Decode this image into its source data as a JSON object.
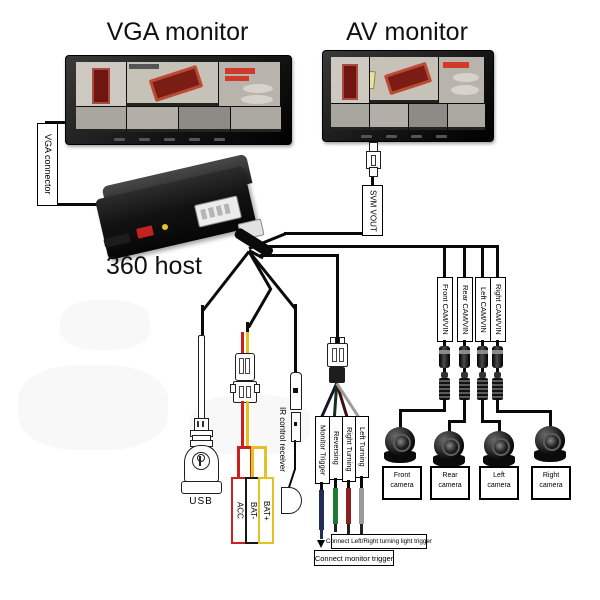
{
  "header": {
    "vga_monitor_title": "VGA monitor",
    "av_monitor_title": "AV monitor"
  },
  "host": {
    "label": "360 host"
  },
  "connectors": {
    "vga": "VGA connector",
    "svm_vout": "SVM VOUT",
    "usb": "USB",
    "ir": "IR control receiver"
  },
  "power_wires": [
    {
      "label": "ACC",
      "color": "#cc2020"
    },
    {
      "label": "BAT-",
      "color": "#161616"
    },
    {
      "label": "BAT+",
      "color": "#e3c221"
    }
  ],
  "trigger_wires": [
    {
      "label": "Monitor Trigger",
      "color": "#232c58"
    },
    {
      "label": "Reversing",
      "color": "#1e7a33"
    },
    {
      "label": "Right Turning",
      "color": "#8e1f1f"
    },
    {
      "label": "Left Turning",
      "color": "#9b9b9b"
    }
  ],
  "cam_inputs": [
    {
      "label": "Front CAM/VIN"
    },
    {
      "label": "Rear CAM/VIN"
    },
    {
      "label": "Left CAM/VIN"
    },
    {
      "label": "Right CAM/VIN"
    }
  ],
  "cameras": [
    {
      "label": "Front\ncamera"
    },
    {
      "label": "Rear\ncamera"
    },
    {
      "label": "Left\ncamera"
    },
    {
      "label": "Right\ncamera"
    }
  ],
  "notes": {
    "turn_trigger": "Connect Left/Right turning light trigger",
    "monitor_trigger": "Connect monitor trigger"
  }
}
